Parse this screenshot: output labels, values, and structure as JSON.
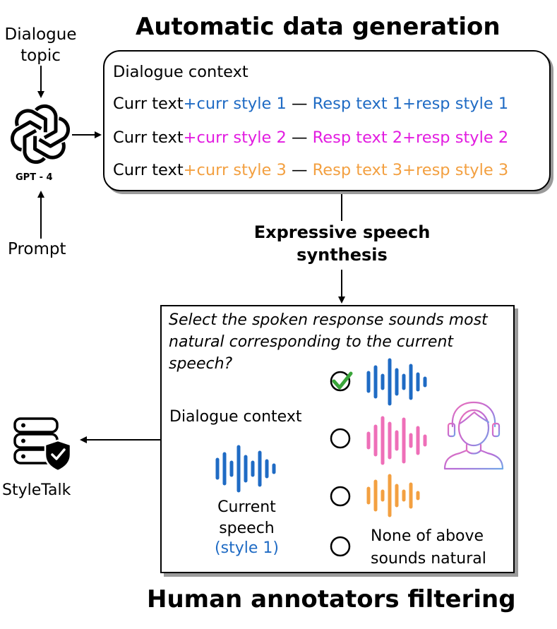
{
  "top_title": "Automatic data generation",
  "bottom_title": "Human annotators filtering",
  "inputs": {
    "topic": "Dialogue\ntopic",
    "prompt": "Prompt",
    "model_caption": "GPT - 4"
  },
  "context_box": {
    "header": "Dialogue context",
    "rows": [
      {
        "curr": "Curr text",
        "curr_style": "+curr style 1",
        "sep": "—",
        "resp": "Resp text 1+resp style 1",
        "color": "#1f6bc4"
      },
      {
        "curr": "Curr text",
        "curr_style": "+curr style 2",
        "sep": "—",
        "resp": "Resp text 2+resp style 2",
        "color": "#e21ce0"
      },
      {
        "curr": "Curr text",
        "curr_style": "+curr style 3",
        "sep": "—",
        "resp": "Resp text 3+resp style 3",
        "color": "#f3a041"
      }
    ]
  },
  "synthesis_label": "Expressive speech\nsynthesis",
  "annotation_box": {
    "question": "Select the spoken response sounds most natural corresponding to the current speech?",
    "context_label": "Dialogue context",
    "current_speech": "Current\nspeech",
    "current_style": "(style 1)",
    "none_option": "None of above\nsounds natural",
    "options": [
      {
        "name": "option-1",
        "selected": true,
        "wave_color": "#1f6bc4"
      },
      {
        "name": "option-2",
        "selected": false,
        "wave_color": "#ee6fb8"
      },
      {
        "name": "option-3",
        "selected": false,
        "wave_color": "#f3a041"
      },
      {
        "name": "option-none",
        "selected": false
      }
    ]
  },
  "output_label": "StyleTalk",
  "icons": [
    "openai-logo-icon",
    "database-shield-icon",
    "annotator-headset-icon",
    "checkmark-icon",
    "waveform-icon"
  ],
  "colors": {
    "style1": "#1f6bc4",
    "style2": "#e21ce0",
    "style3": "#f3a041",
    "check": "#3aa53a"
  }
}
